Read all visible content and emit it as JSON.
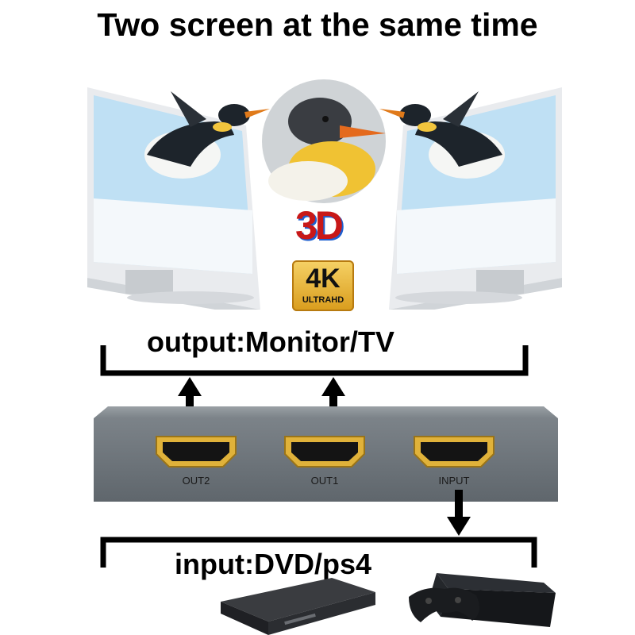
{
  "title": "Two screen at the same time",
  "badges": {
    "three_d": "3D",
    "four_k": "4K",
    "ultra_hd": "ULTRAHD"
  },
  "output_label": "output:Monitor/TV",
  "input_label": "input:DVD/ps4",
  "ports": {
    "out2": "OUT2",
    "out1": "OUT1",
    "input": "INPUT"
  },
  "colors": {
    "splitter": "#6b7278",
    "port_gold": "#e0b23a",
    "arrow": "#000000",
    "sky": "#bfe0f4"
  }
}
